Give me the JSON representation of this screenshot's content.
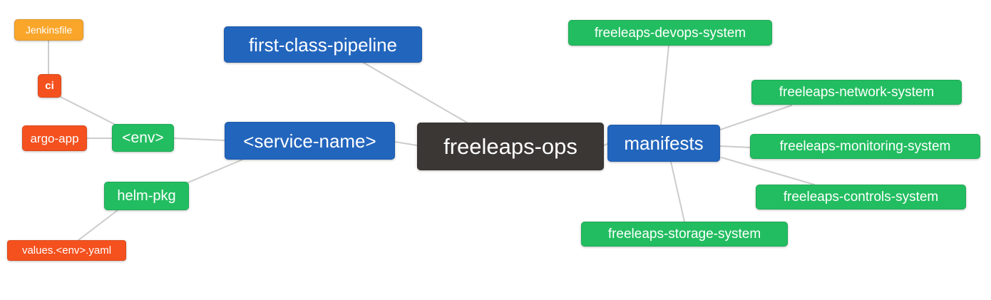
{
  "diagram": {
    "type": "mindmap",
    "root": "freeleaps-ops",
    "palette": {
      "blue": "#2265bd",
      "green": "#22bd60",
      "red": "#f4511e",
      "orange": "#f9a62b",
      "dark": "#3b3734",
      "edge": "#cccccc",
      "text": "#ffffff",
      "background": "#ffffff"
    },
    "nodes": {
      "jenkinsfile": {
        "label": "Jenkinsfile",
        "color": "orange"
      },
      "ci": {
        "label": "ci",
        "color": "red"
      },
      "argo_app": {
        "label": "argo-app",
        "color": "red"
      },
      "env": {
        "label": "<env>",
        "color": "green"
      },
      "first_class_pipeline": {
        "label": "first-class-pipeline",
        "color": "blue"
      },
      "service_name": {
        "label": "<service-name>",
        "color": "blue"
      },
      "freeleaps_ops": {
        "label": "freeleaps-ops",
        "color": "dark"
      },
      "manifests": {
        "label": "manifests",
        "color": "blue"
      },
      "helm_pkg": {
        "label": "helm-pkg",
        "color": "green"
      },
      "values_env_yaml": {
        "label": "values.<env>.yaml",
        "color": "red"
      },
      "devops_system": {
        "label": "freeleaps-devops-system",
        "color": "green"
      },
      "network_system": {
        "label": "freeleaps-network-system",
        "color": "green"
      },
      "monitoring_system": {
        "label": "freeleaps-monitoring-system",
        "color": "green"
      },
      "controls_system": {
        "label": "freeleaps-controls-system",
        "color": "green"
      },
      "storage_system": {
        "label": "freeleaps-storage-system",
        "color": "green"
      }
    },
    "connections": [
      [
        "jenkinsfile",
        "ci"
      ],
      [
        "ci",
        "env"
      ],
      [
        "argo_app",
        "env"
      ],
      [
        "env",
        "service_name"
      ],
      [
        "first_class_pipeline",
        "freeleaps_ops"
      ],
      [
        "service_name",
        "freeleaps_ops"
      ],
      [
        "freeleaps_ops",
        "manifests"
      ],
      [
        "service_name",
        "helm_pkg"
      ],
      [
        "helm_pkg",
        "values_env_yaml"
      ],
      [
        "manifests",
        "devops_system"
      ],
      [
        "manifests",
        "network_system"
      ],
      [
        "manifests",
        "monitoring_system"
      ],
      [
        "manifests",
        "controls_system"
      ],
      [
        "manifests",
        "storage_system"
      ]
    ]
  }
}
